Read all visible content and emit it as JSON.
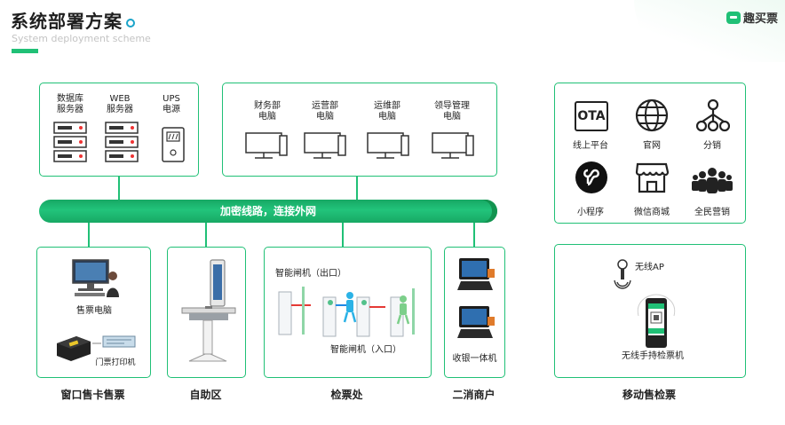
{
  "header": {
    "title": "系统部署方案",
    "subtitle": "System deployment scheme",
    "brand": "趣买票"
  },
  "servers": [
    {
      "label": "数据库\n服务器"
    },
    {
      "label": "WEB\n服务器"
    },
    {
      "label": "UPS\n电源"
    }
  ],
  "computers": [
    {
      "label": "财务部\n电脑"
    },
    {
      "label": "运营部\n电脑"
    },
    {
      "label": "运维部\n电脑"
    },
    {
      "label": "领导管理\n电脑"
    }
  ],
  "channels": [
    {
      "label": "线上平台",
      "icon": "ota-icon",
      "icon_text": "OTA"
    },
    {
      "label": "官网",
      "icon": "globe-icon"
    },
    {
      "label": "分销",
      "icon": "network-icon"
    },
    {
      "label": "小程序",
      "icon": "mini-program-icon"
    },
    {
      "label": "微信商城",
      "icon": "storefront-icon"
    },
    {
      "label": "全民营销",
      "icon": "people-icon"
    }
  ],
  "network": {
    "label": "加密线路，连接外网"
  },
  "ticket_window": {
    "computer_label": "售票电脑",
    "printer_label": "门票打印机",
    "caption": "窗口售卡售票"
  },
  "self_service": {
    "caption": "自助区"
  },
  "checkpoint": {
    "gate_out": "智能闸机（出口）",
    "gate_in": "智能闸机（入口）",
    "caption": "检票处"
  },
  "merchant": {
    "pos_label": "收银一体机",
    "caption": "二消商户"
  },
  "mobile": {
    "ap_label": "无线AP",
    "handheld_label": "无线手持检票机",
    "caption": "移动售检票"
  },
  "colors": {
    "accent": "#20c076",
    "pipe": "#17a864",
    "teal": "#1aa3c9"
  }
}
